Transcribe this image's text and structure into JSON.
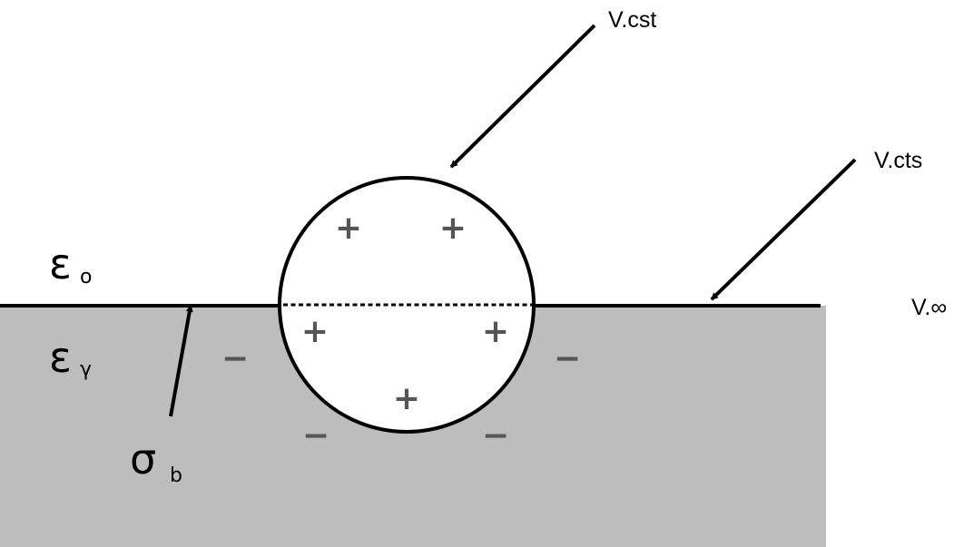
{
  "labels": {
    "v_cst": "V.cst",
    "v_cts": "V.cts",
    "v_inf": "V.∞",
    "eps_top": "ε",
    "eps_top_sub": "o",
    "eps_bottom": "ε",
    "eps_bottom_sub": "γ",
    "sigma": "σ",
    "sigma_sub": "b"
  },
  "charges": {
    "plus": "+",
    "minus": "−"
  },
  "colors": {
    "lower_medium": "#bdbdbd",
    "charge": "#555555",
    "stroke": "#000000"
  }
}
